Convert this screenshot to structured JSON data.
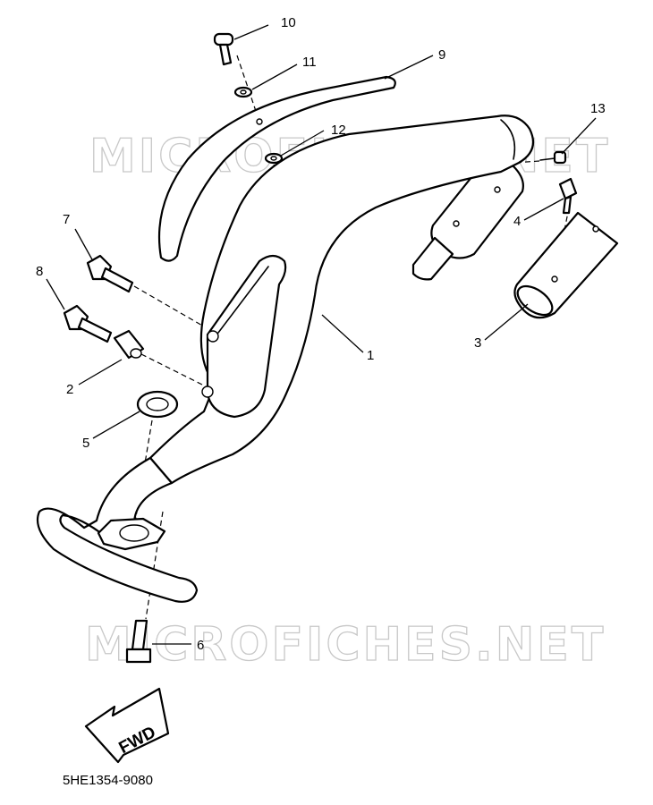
{
  "watermark": "MICROFICHES.NET",
  "diagram_code": "5HE1354-9080",
  "direction_label": "FWD",
  "callouts": [
    "1",
    "2",
    "3",
    "4",
    "5",
    "6",
    "7",
    "8",
    "9",
    "10",
    "11",
    "12",
    "13"
  ]
}
